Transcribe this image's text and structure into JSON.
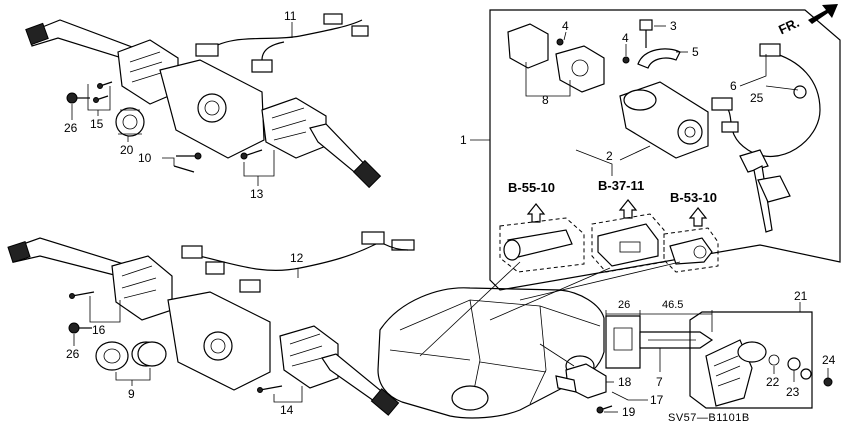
{
  "diagram": {
    "callouts": {
      "n1": "1",
      "n2": "2",
      "n3": "3",
      "n4a": "4",
      "n4b": "4",
      "n5": "5",
      "n6": "6",
      "n7": "7",
      "n8": "8",
      "n9": "9",
      "n10": "10",
      "n11": "11",
      "n12": "12",
      "n13": "13",
      "n14": "14",
      "n15": "15",
      "n16": "16",
      "n17": "17",
      "n18": "18",
      "n19": "19",
      "n20": "20",
      "n21": "21",
      "n22": "22",
      "n23": "23",
      "n24": "24",
      "n25": "25",
      "n26a": "26",
      "n26b": "26"
    },
    "refs": {
      "b55": "B-55-10",
      "b37": "B-37-11",
      "b53": "B-53-10"
    },
    "direction": "FR.",
    "dimensions": {
      "d26": "26",
      "d46": "46.5"
    },
    "diagram_code": "SV57—B1101B"
  }
}
